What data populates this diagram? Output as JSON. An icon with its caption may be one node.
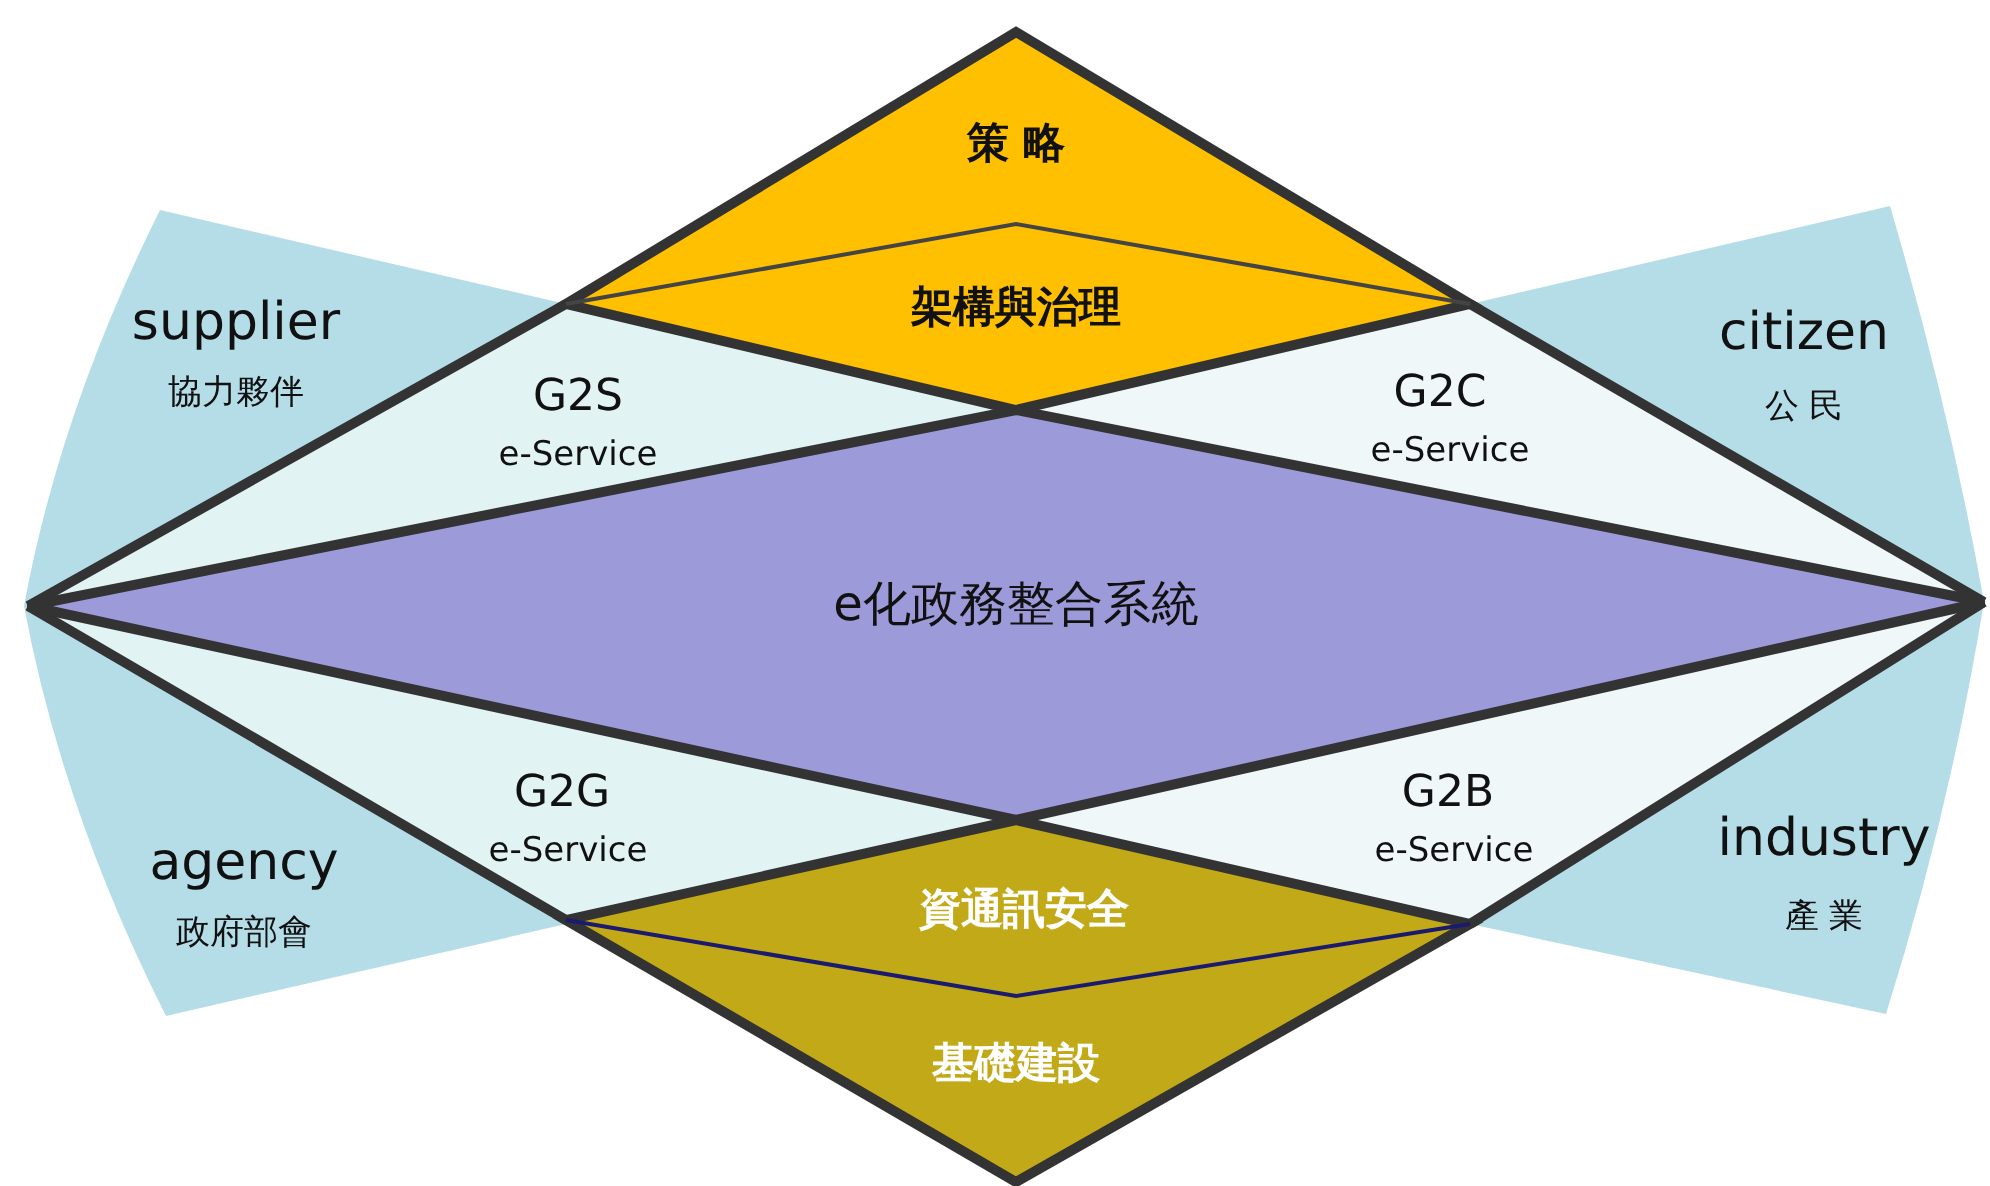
{
  "diagram": {
    "nodes": [
      {
        "text": [
          "supplier",
          "協力夥伴"
        ]
      },
      {
        "text": [
          "citizen",
          "公 民"
        ]
      },
      {
        "text": [
          "agency",
          "政府部會"
        ]
      },
      {
        "text": [
          "industry",
          "產 業"
        ]
      },
      {
        "text": [
          "策 略"
        ]
      },
      {
        "text": [
          "架構與治理"
        ]
      },
      {
        "text": [
          "G2S",
          "e-Service"
        ]
      },
      {
        "text": [
          "G2C",
          "e-Service"
        ]
      },
      {
        "text": [
          "e化政務整合系統"
        ]
      },
      {
        "text": [
          "G2G",
          "e-Service"
        ]
      },
      {
        "text": [
          "G2B",
          "e-Service"
        ]
      },
      {
        "text": [
          "資通訊安全"
        ]
      },
      {
        "text": [
          "基礎建設"
        ]
      }
    ]
  }
}
